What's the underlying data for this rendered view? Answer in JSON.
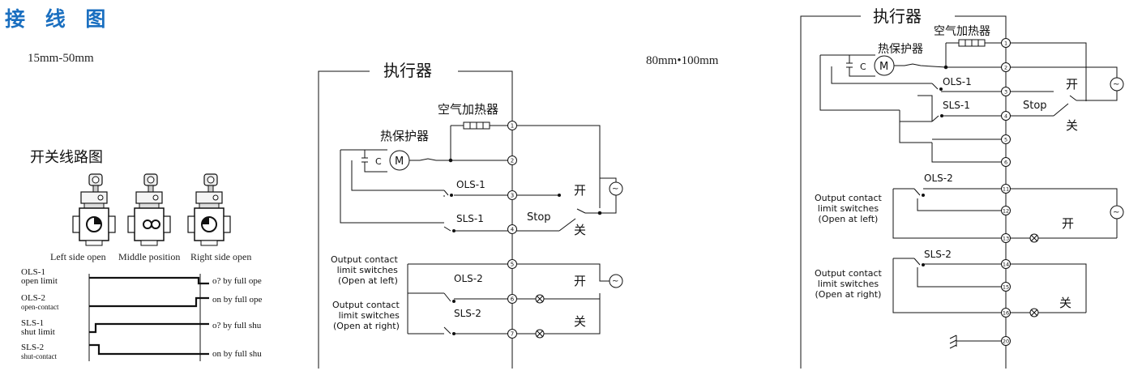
{
  "page": {
    "heading": "接 线 图",
    "size_left": "15mm-50mm",
    "size_right": "80mm•100mm",
    "switch_title": "开关线路图"
  },
  "valves": {
    "caption_left": "Left side open",
    "caption_mid": "Middle position",
    "caption_right": "Right side open"
  },
  "timing": {
    "rows": [
      {
        "name": "OLS-1",
        "desc": "open limit",
        "state": "o? by full ope"
      },
      {
        "name": "OLS-2",
        "desc": "open-contact",
        "state": "on by full ope"
      },
      {
        "name": "SLS-1",
        "desc": "shut limit",
        "state": "o? by full shu"
      },
      {
        "name": "SLS-2",
        "desc": "shut-contact",
        "state": "on by full shu"
      }
    ]
  },
  "wiring_a": {
    "title": "执行器",
    "heater": "空气加热器",
    "protector": "热保护器",
    "cap": "C",
    "motor": "M",
    "ols1": "OLS-1",
    "sls1": "SLS-1",
    "ols2": "OLS-2",
    "sls2": "SLS-2",
    "open": "开",
    "close": "关",
    "stop": "Stop",
    "out_left": [
      "Output contact",
      "limit switches",
      "(Open at left)"
    ],
    "out_right": [
      "Output contact",
      "limit switches",
      "(Open at right)"
    ],
    "terminals": [
      "1",
      "2",
      "3",
      "4",
      "5",
      "6",
      "7"
    ]
  },
  "wiring_b": {
    "title": "执行器",
    "heater": "空气加热器",
    "protector": "热保护器",
    "cap": "C",
    "motor": "M",
    "ols1": "OLS-1",
    "sls1": "SLS-1",
    "ols2": "OLS-2",
    "sls2": "SLS-2",
    "open": "开",
    "close": "关",
    "close2": "关",
    "open2": "开",
    "stop": "Stop",
    "out_left": [
      "Output contact",
      "limit switches",
      "(Open at left)"
    ],
    "out_right": [
      "Output contact",
      "limit switches",
      "(Open at right)"
    ],
    "terminals": [
      "1",
      "2",
      "3",
      "4",
      "5",
      "6",
      "11",
      "12",
      "13",
      "14",
      "15",
      "16",
      "20"
    ]
  },
  "colors": {
    "heading": "#1a6fc0",
    "line": "#111111",
    "terminal_fill": "#ffffff"
  }
}
